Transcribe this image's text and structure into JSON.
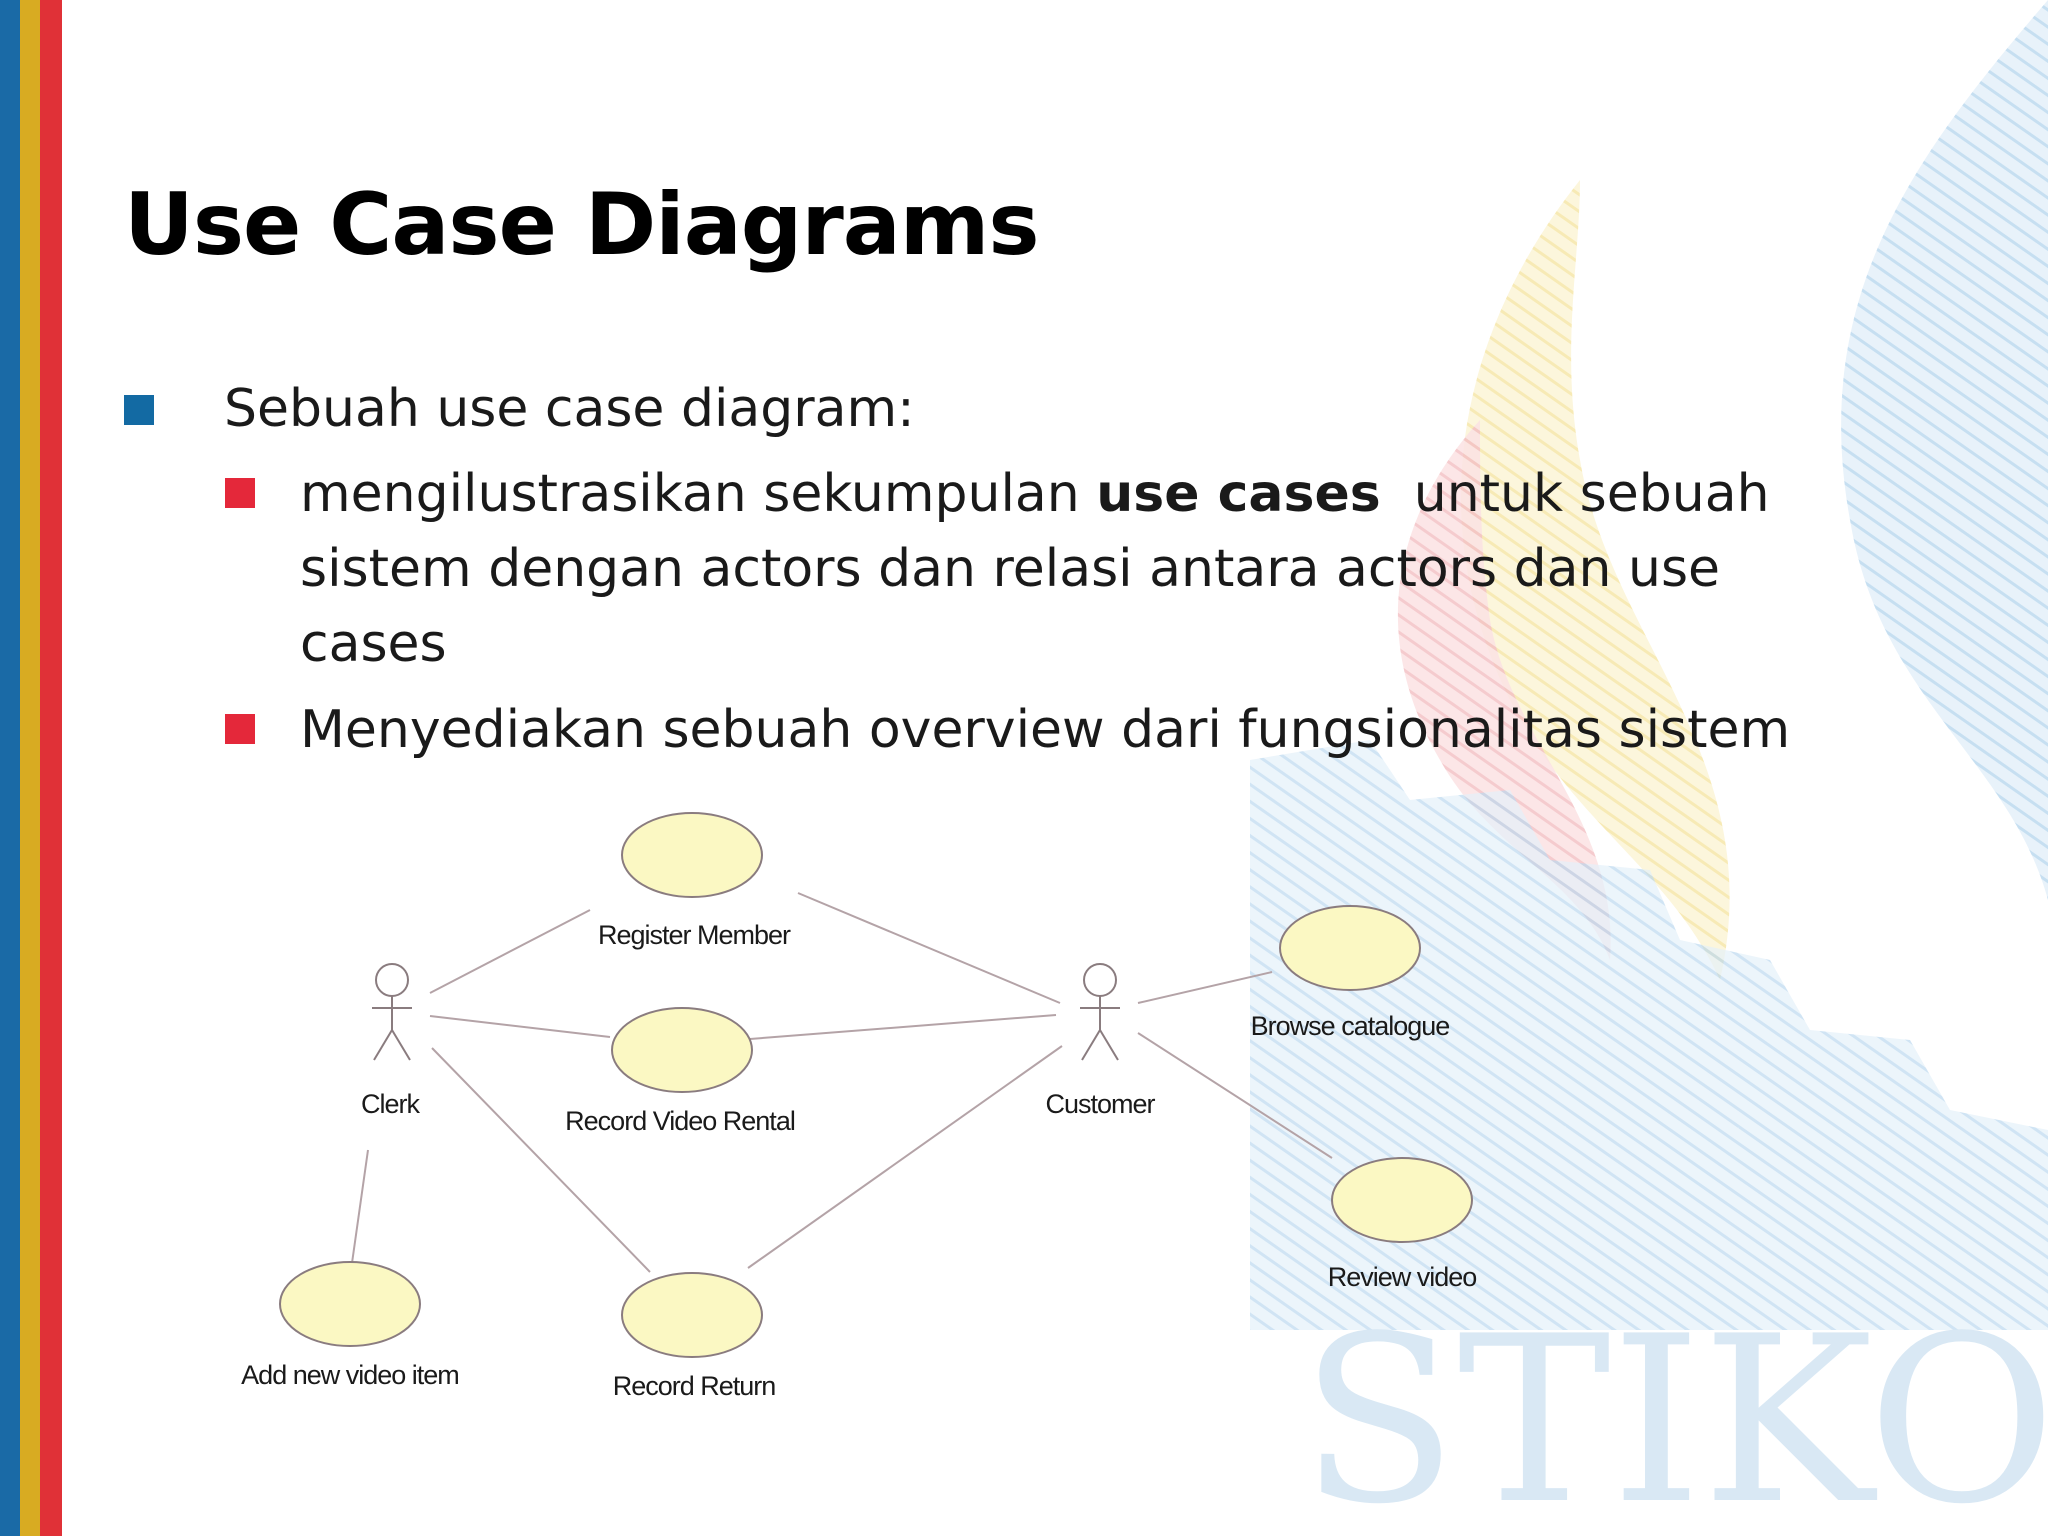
{
  "colors": {
    "stripe_blue": "#1a6aa6",
    "stripe_gold": "#d8ab22",
    "stripe_red": "#e03137",
    "bullet_blue": "#136aa3",
    "bullet_red": "#e4283a",
    "usecase_fill": "#fbf8c3",
    "line_color": "#b4a3a7"
  },
  "watermark": {
    "text": "STIKOM"
  },
  "title": "Use Case Diagrams",
  "bullets": {
    "level1": "Sebuah use case diagram:",
    "sub1": {
      "pre": " mengilustrasikan sekumpulan ",
      "bold": "use cases",
      "post": "  untuk sebuah",
      "line2": "sistem dengan actors dan relasi antara actors dan use",
      "line3": "cases"
    },
    "sub2": "Menyediakan sebuah overview dari fungsionalitas sistem"
  },
  "diagram": {
    "actors": {
      "clerk": "Clerk",
      "customer": "Customer"
    },
    "use_cases": {
      "register_member": "Register Member",
      "record_video_rental": "Record Video Rental",
      "add_new_video_item": "Add new video item",
      "record_return": "Record Return",
      "browse_catalogue": "Browse catalogue",
      "review_video": "Review video"
    }
  }
}
